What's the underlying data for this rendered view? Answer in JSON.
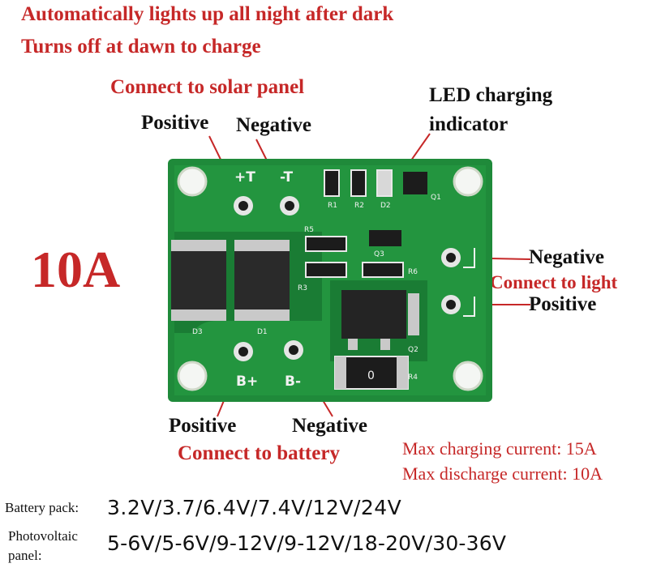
{
  "headline": {
    "line1": "Automatically lights up all night after dark",
    "line2": "Turns off at dawn to charge"
  },
  "solar": {
    "title": "Connect to solar panel",
    "positive": "Positive",
    "negative": "Negative"
  },
  "led": {
    "line1": "LED charging",
    "line2": "indicator"
  },
  "current_rating": "10A",
  "light": {
    "negative": "Negative",
    "title": "Connect to light",
    "positive": "Positive"
  },
  "battery": {
    "positive": "Positive",
    "negative": "Negative",
    "title": "Connect to battery"
  },
  "specs": {
    "max_charging": "Max charging current: 15A",
    "max_discharge": "Max discharge current: 10A"
  },
  "battery_pack": {
    "label": "Battery pack:",
    "values": "3.2V/3.7/6.4V/7.4V/12V/24V"
  },
  "photovoltaic": {
    "label": "Photovoltaic panel:",
    "values": "5-6V/5-6V/9-12V/9-12V/18-20V/30-36V"
  },
  "silkscreen": {
    "solar_pos": "+T",
    "solar_neg": "-T",
    "bat_pos": "B+",
    "bat_neg": "B-",
    "r1": "R1",
    "r2": "R2",
    "r3": "R3",
    "r4": "R4",
    "r5": "R5",
    "r6": "R6",
    "d1": "D1",
    "d2": "D2",
    "d3": "D3",
    "q1": "Q1",
    "q2": "Q2",
    "q3": "Q3",
    "resistor_code": "0"
  },
  "colors": {
    "accent_red": "#c62828",
    "pcb_green": "#1f8a3a",
    "pcb_dark": "#16702e"
  }
}
